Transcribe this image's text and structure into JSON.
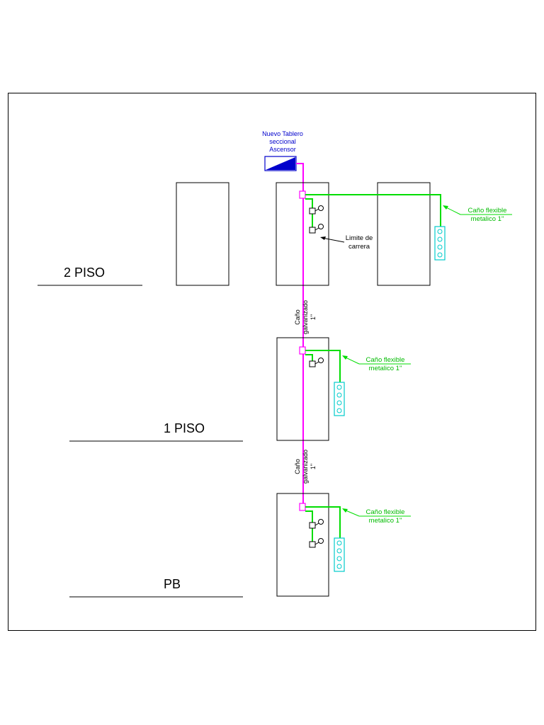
{
  "colors": {
    "border": "#000000",
    "riser": "#ff00ff",
    "flex_conduit": "#00dd00",
    "terminal_strip": "#00cccc",
    "panel_label": "#0000cc"
  },
  "panel": {
    "label_line1": "Nuevo Tablero",
    "label_line2": "seccional",
    "label_line3": "Ascensor"
  },
  "floors": {
    "floor2": "2  PISO",
    "floor1": "1  PISO",
    "ground": "PB"
  },
  "riser_labels": {
    "upper": {
      "line1": "Caño",
      "line2": "galvanizado",
      "line3": "1\""
    },
    "lower": {
      "line1": "Caño",
      "line2": "galvanizado",
      "line3": "1\""
    }
  },
  "flex_labels": {
    "floor2": {
      "line1": "Caño flexible",
      "line2": "metalico 1\""
    },
    "floor1": {
      "line1": "Caño flexible",
      "line2": "metalico 1\""
    },
    "ground": {
      "line1": "Caño flexible",
      "line2": "metalico 1\""
    }
  },
  "limit_switch_label": {
    "line1": "Limite de",
    "line2": "carrera"
  }
}
